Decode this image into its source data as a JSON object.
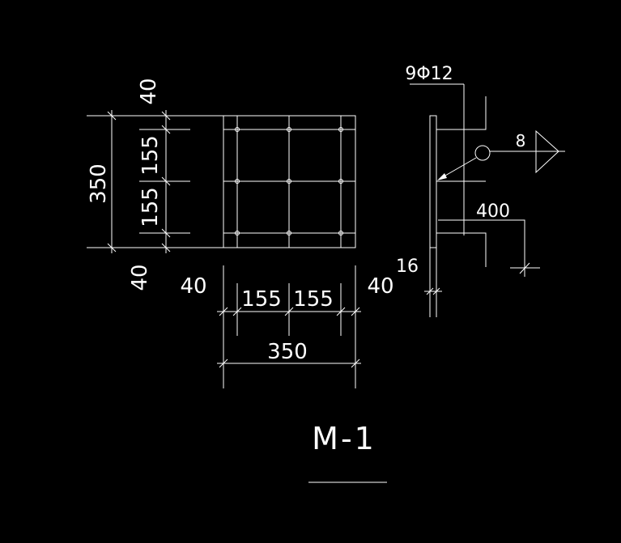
{
  "drawing": {
    "title": "M-1",
    "colors": {
      "background": "#000000",
      "lines": "#ffffff"
    }
  },
  "plan_view": {
    "vertical_dims": {
      "top_edge": "40",
      "spacing_1": "155",
      "spacing_2": "155",
      "bottom_edge": "40",
      "total": "350"
    },
    "horizontal_dims": {
      "left_edge": "40",
      "spacing_1": "155",
      "spacing_2": "155",
      "right_edge": "40",
      "total": "350"
    }
  },
  "section_view": {
    "anchor_bars_label": "9Φ12",
    "weld_size": "8",
    "anchor_length": "400",
    "plate_thickness": "16"
  }
}
